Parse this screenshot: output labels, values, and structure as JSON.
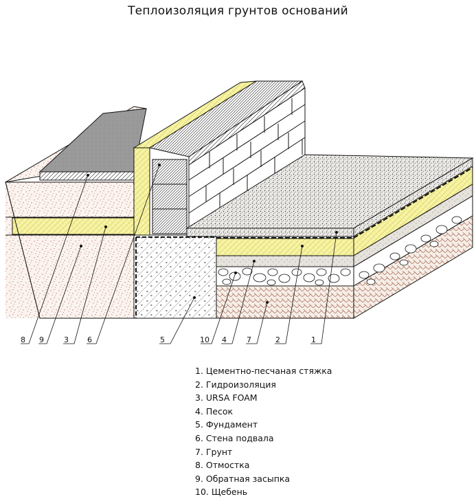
{
  "title": "Теплоизоляция грунтов оснований",
  "callouts": [
    "8",
    "9",
    "3",
    "6",
    "5",
    "10",
    "4",
    "7",
    "2",
    "1"
  ],
  "legend": [
    "1. Цементно-песчаная стяжка",
    "2. Гидроизоляция",
    "3. URSA FOAM",
    "4. Песок",
    "5. Фундамент",
    "6. Стена подвала",
    "7. Грунт",
    "8. Отмостка",
    "9. Обратная засыпка",
    "10. Щебень"
  ],
  "colors": {
    "insulation": "#f7f3a6",
    "soil": "#fbf3ee",
    "sand": "#e6e2dc",
    "screed": "#ebe9e6",
    "blind_area": "#9a9a9a",
    "lines": "#111111"
  }
}
